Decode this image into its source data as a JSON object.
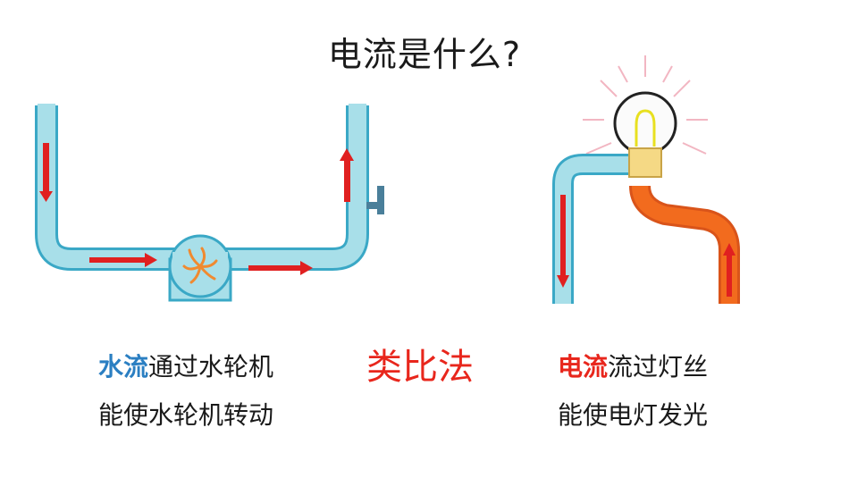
{
  "title": "电流是什么?",
  "left_caption": {
    "highlight": "水流",
    "line1_rest": "通过水轮机",
    "line2": "能使水轮机转动"
  },
  "analogy": "类比法",
  "right_caption": {
    "highlight": "电流",
    "line1_rest": "流过灯丝",
    "line2": "能使电灯发光"
  },
  "colors": {
    "water_pipe": "#a8dfe9",
    "pipe_outline": "#3aa8c6",
    "arrow": "#e02020",
    "wire_hot": "#f26b1e",
    "bulb_base": "#f5d985",
    "valve": "#4a7f9a",
    "turbine_blade": "#f08a30"
  },
  "icons": [
    "water-turbine-icon",
    "light-bulb-icon",
    "valve-icon"
  ]
}
